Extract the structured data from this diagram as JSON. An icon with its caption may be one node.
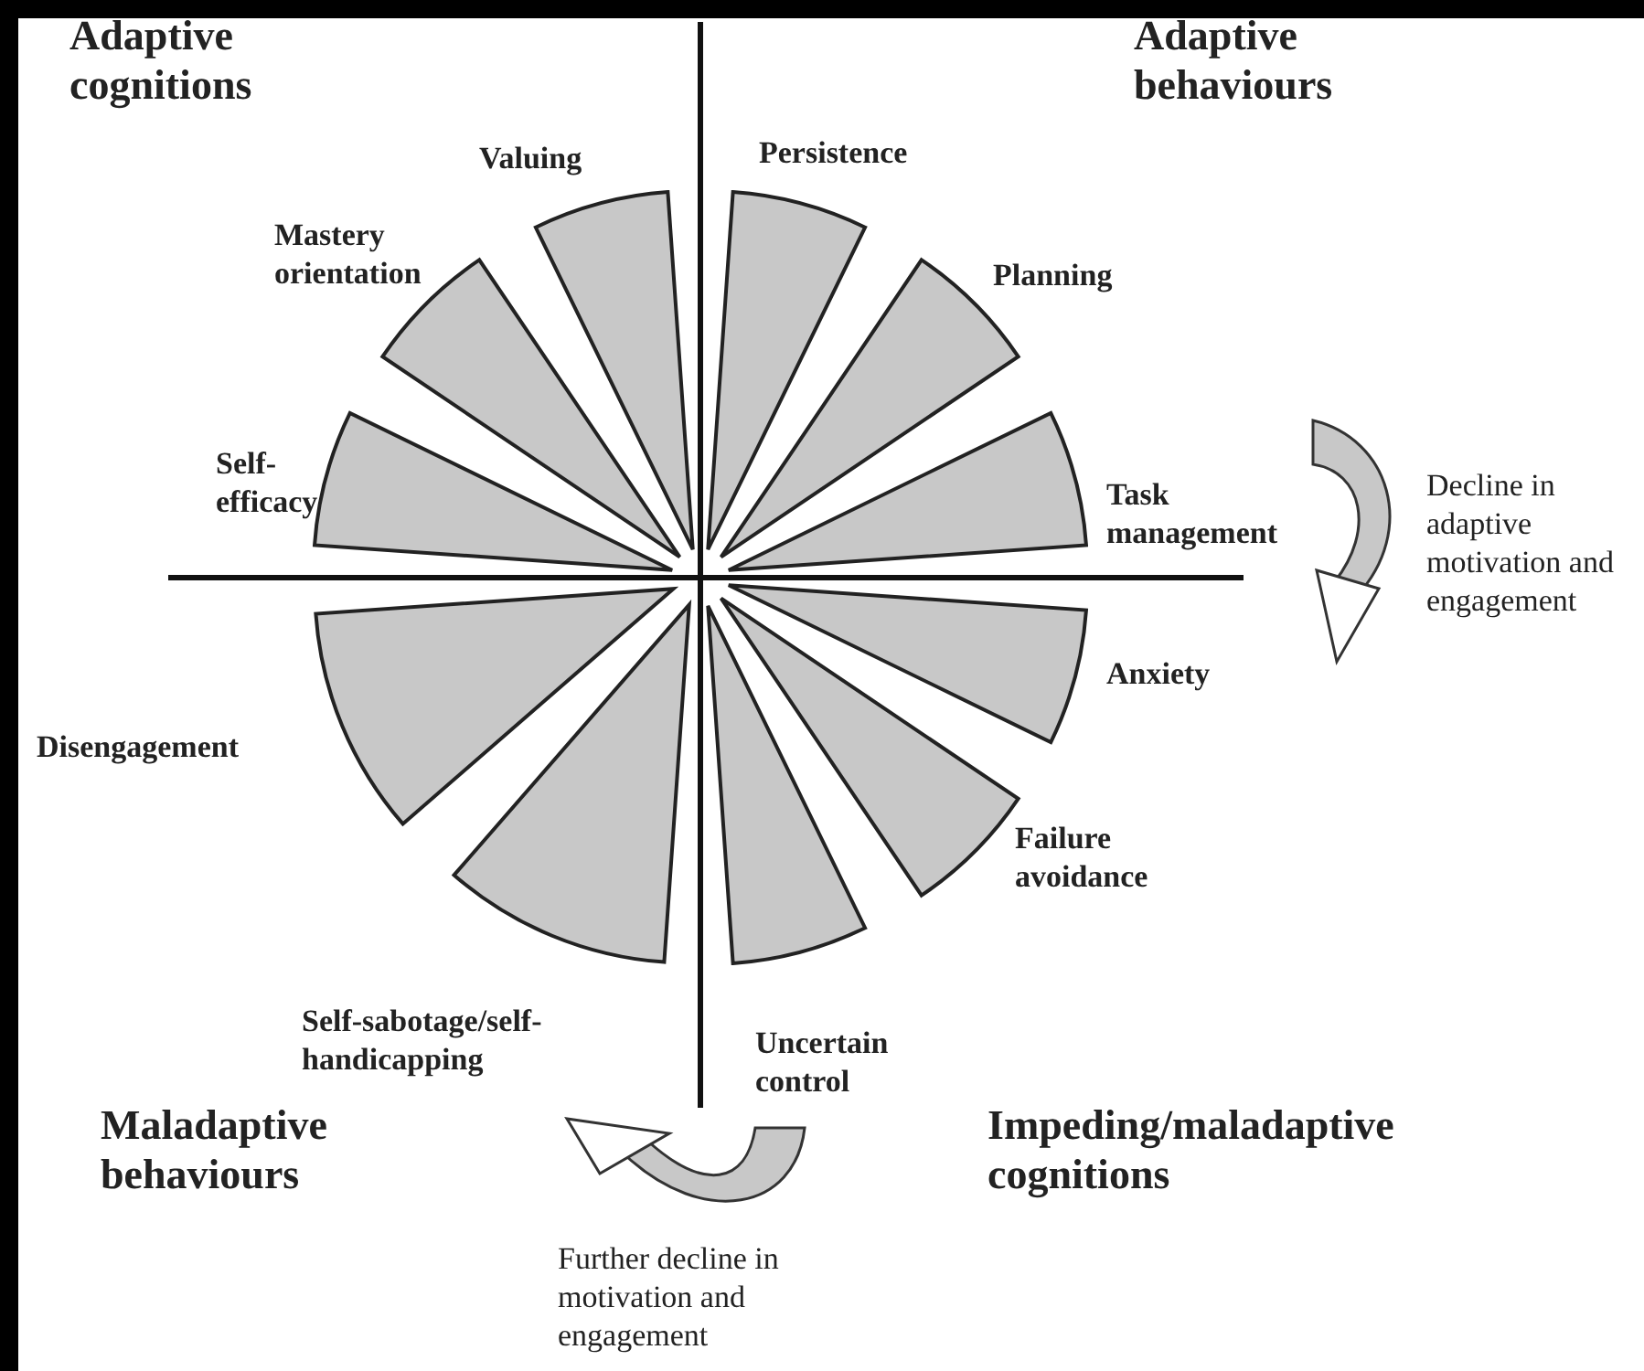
{
  "diagram": {
    "nodes": [
      {
        "text": [
          "Persistence"
        ]
      },
      {
        "text": [
          "Planning"
        ]
      },
      {
        "text": [
          "Task management"
        ]
      },
      {
        "text": [
          "Anxiety"
        ]
      },
      {
        "text": [
          "Failure avoidance"
        ]
      },
      {
        "text": [
          "Uncertain control"
        ]
      },
      {
        "text": [
          "Self-sabotage/self-handicapping"
        ]
      },
      {
        "text": [
          "Disengagement"
        ]
      },
      {
        "text": [
          "Self-efficacy"
        ]
      },
      {
        "text": [
          "Mastery orientation"
        ]
      },
      {
        "text": [
          "Valuing"
        ]
      }
    ],
    "labels": [
      "Adaptive cognitions",
      "Adaptive behaviours",
      "Decline in adaptive motivation and engagement",
      "Maladaptive behaviours",
      "Impeding/maladaptive cognitions",
      "Further decline in motivation and engagement"
    ]
  }
}
